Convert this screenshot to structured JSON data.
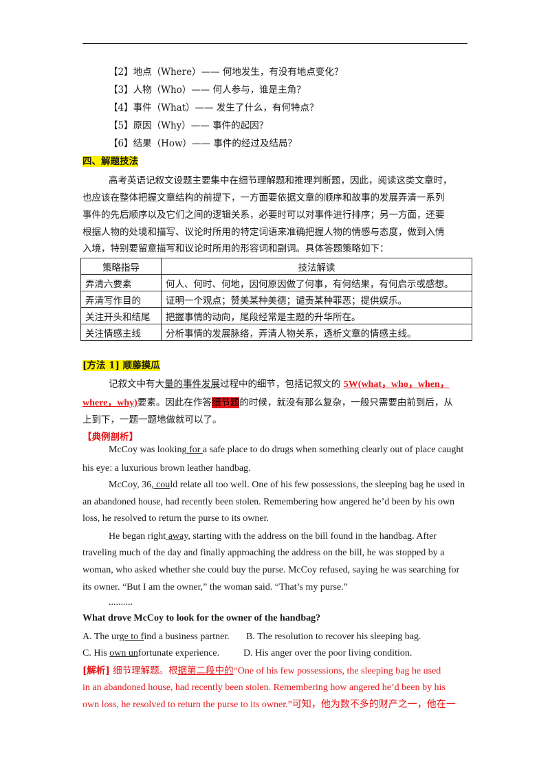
{
  "elements": {
    "list": [
      "【2】地点（Where）——  何地发生，有没有地点变化？",
      "【3】人物（Who）——  何人参与，谁是主角？",
      "【4】事件（What）——  发生了什么，有何特点？",
      "【5】原因（Why）——  事件的起因？",
      "【6】结果（How）——  事件的经过及结局？"
    ]
  },
  "section4": {
    "title": "四、解题技法",
    "para": [
      "高考英语记叙文设题主要集中在细节理解题和推理判断题，因此，阅读这类文章时，",
      "也应该在整体把握文章结构的前提下，一方面要依据文章的顺序和故事的发展弄清一系列",
      "事件的先后顺序以及它们之间的逻辑关系，必要时可以对事件进行排序；另一方面，还要",
      "根据人物的处境和描写、议论时所用的特定词语来准确把握人物的情感与态度，做到入情",
      "入境，特别要留意描写和议论时所用的形容词和副词。具体答题策略如下："
    ]
  },
  "table": {
    "headers": [
      "策略指导",
      "技法解读"
    ],
    "rows": [
      [
        "弄清六要素",
        "何人、何时、何地，因何原因做了何事，有何结果，有何启示或感想。"
      ],
      [
        "弄清写作目的",
        "证明一个观点；赞美某种美德；谴责某种罪恶；提供娱乐。"
      ],
      [
        "关注开头和结尾",
        "把握事情的动向，尾段经常是主题的升华所在。"
      ],
      [
        "关注情感主线",
        "分析事情的发展脉络，弄清人物关系，透析文章的情感主线。"
      ]
    ]
  },
  "method1": {
    "title": "[方法 1]   顺藤摸瓜",
    "l1_a": "记叙文中有大",
    "l1_b": "量的事件发展",
    "l1_c": "过程中的细节，包括记叙文的 ",
    "l1_d": "5W(what，who，when，",
    "l2_a": "where，why)",
    "l2_b": "要素。因此在作答",
    "l2_c": "细节题",
    "l2_d": "的时候，就没有那么复杂，一般只需要由前到后，从",
    "l3": "上到下，一题一题地做就可以了。"
  },
  "example": {
    "title": "【典例剖析】",
    "p1a_1": "McCoy was looking",
    "p1a_u": " for ",
    "p1a_2": " a safe place to do drugs when something clearly out of place caught",
    "p1b": "his eye: a luxurious brown leather handbag.",
    "p2a_1": "McCoy, 36",
    "p2a_u": ", cou",
    "p2a_2": "ld relate all too well. One of his few possessions, the sleeping bag he used in",
    "p2b": "an abandoned house, had recently been stolen. Remembering how angered he’d been by his own",
    "p2c": "loss, he resolved to return the purse to its owner.",
    "p3a_1": "He began right",
    "p3a_u": "  away,",
    "p3a_2": "  starting with the address on the bill found in the handbag. After",
    "p3b": "traveling much of the day and finally approaching the address on the bill, he was stopped by a",
    "p3c": "woman, who asked whether she could buy the purse. McCoy refused, saying he was searching for",
    "p3d": "its owner. “But I am the owner,” the woman said. “That’s my purse.”",
    "dots": "..........",
    "question": "What drove McCoy to look for the owner of the handbag?",
    "optA_1": "A. The ur",
    "optA_u": "ge to f",
    "optA_2": "ind a business partner.",
    "optB": "B. The resolution to recover his sleeping bag.",
    "optC_1": "C. His ",
    "optC_u": " own un",
    "optC_2": "fortunate experience.",
    "optD": "D. His anger over the poor living condition."
  },
  "analysis": {
    "l1_a": "[解析]",
    "l1_b": "  细节理解题。根",
    "l1_c": "据第二段中的",
    "l1_d": "“One of his few possessions, the sleeping bag he used",
    "l2": "in an abandoned house, had recently been stolen. Remembering how angered he’d been by his",
    "l3": "own loss, he resolved to return the purse to its owner.”可知，他为数不多的财产之一，他在一"
  }
}
